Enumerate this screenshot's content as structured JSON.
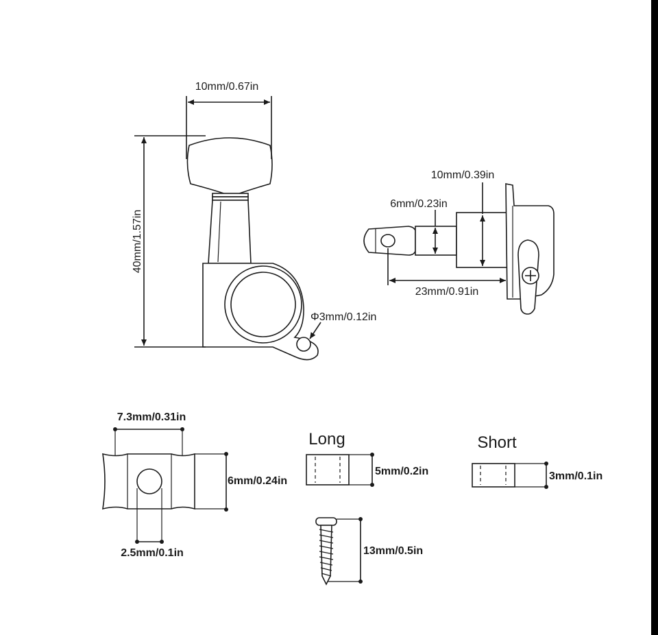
{
  "tuner": {
    "button_width": "10mm/0.67in",
    "total_height": "40mm/1.57in",
    "mount_hole": "Φ3mm/0.12in"
  },
  "side_view": {
    "bushing_diameter": "10mm/0.39in",
    "post_diameter": "6mm/0.23in",
    "post_length": "23mm/0.91in"
  },
  "bushing_top": {
    "width": "7.3mm/0.31in",
    "height": "6mm/0.24in",
    "hole": "2.5mm/0.1in"
  },
  "spacer_long": {
    "heading": "Long",
    "size": "5mm/0.2in"
  },
  "spacer_short": {
    "heading": "Short",
    "size": "3mm/0.1in"
  },
  "screw": {
    "length": "13mm/0.5in"
  }
}
